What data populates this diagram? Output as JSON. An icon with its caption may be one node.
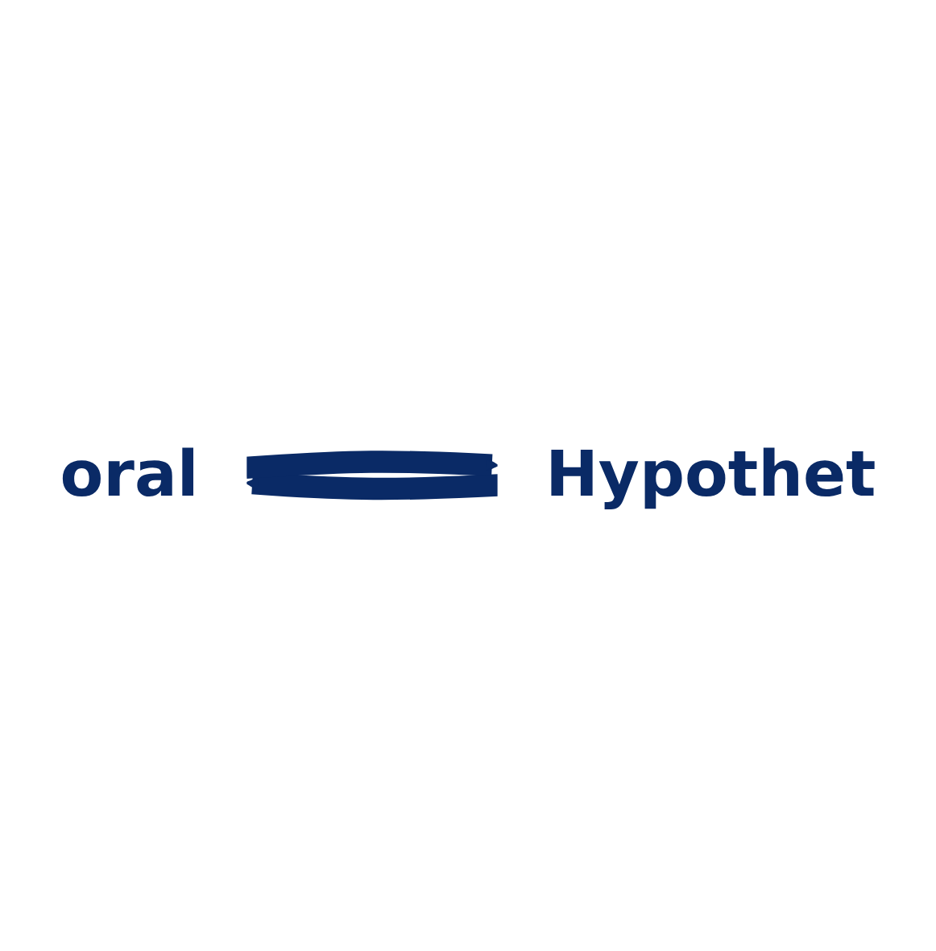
{
  "diagram": {
    "nodes": [
      {
        "text": [
          "oral"
        ]
      },
      {
        "text": [
          "Hypothet"
        ]
      }
    ],
    "edges": [
      {
        "from": 1,
        "to": 0,
        "arrow": "to"
      },
      {
        "from": 0,
        "to": 1,
        "arrow": "to"
      }
    ]
  }
}
